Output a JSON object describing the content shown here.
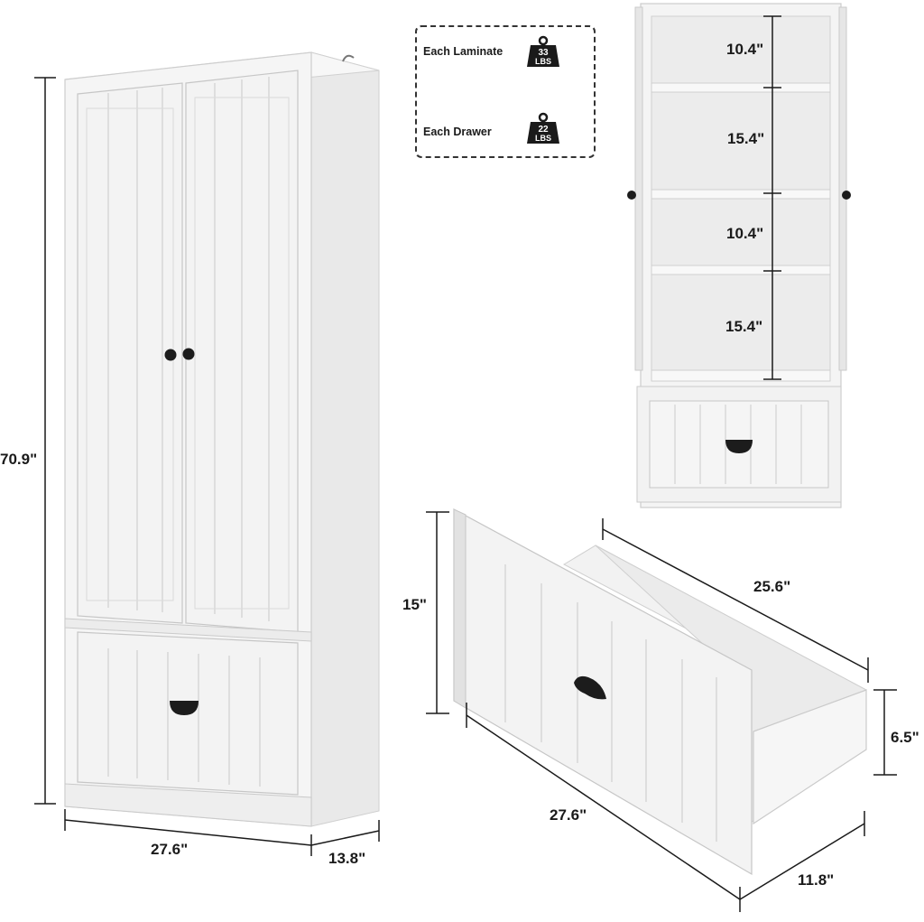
{
  "legend": {
    "items": [
      {
        "label": "Each Laminate",
        "value": "33",
        "unit": "LBS",
        "icon": "weight-icon"
      },
      {
        "label": "Each Drawer",
        "value": "22",
        "unit": "LBS",
        "icon": "weight-icon"
      }
    ]
  },
  "cabinet": {
    "height": "70.9\"",
    "width": "27.6\"",
    "depth": "13.8\""
  },
  "shelves": {
    "spacings": [
      "10.4\"",
      "15.4\"",
      "10.4\"",
      "15.4\""
    ]
  },
  "drawer": {
    "front_height": "15\"",
    "inner_depth": "25.6\"",
    "width": "27.6\"",
    "depth": "11.8\"",
    "side_height": "6.5\""
  },
  "colors": {
    "cabinet_body": "#f4f4f4",
    "cabinet_edge": "#c9c9c9",
    "handle": "#1c1c1c",
    "line": "#1a1a1a"
  }
}
